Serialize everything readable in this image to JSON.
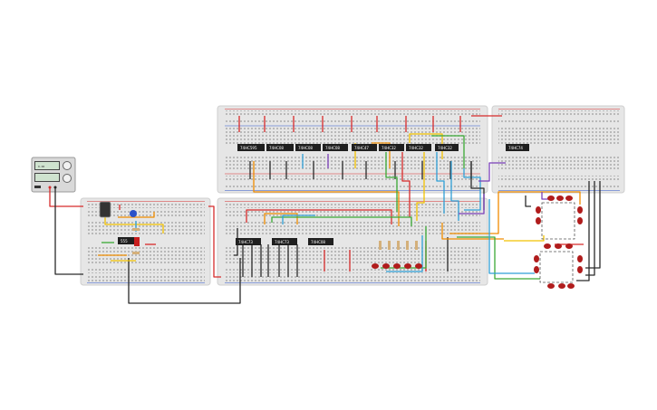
{
  "colors": {
    "board": "#e6e6e6",
    "board_edge": "#cfcfcf",
    "hole": "#8a8a8a",
    "rail_red": "#d62b2b",
    "rail_blue": "#2b52c9",
    "chip": "#1f1f1f",
    "led": "#b01c1c",
    "wire_black": "#2a2a2a",
    "wire_red": "#d62b2b",
    "wire_orange": "#f08c00",
    "wire_yellow": "#f2c200",
    "wire_green": "#3aa935",
    "wire_blue": "#2f9fd6",
    "wire_purple": "#7a3fb8",
    "wire_gray": "#777777"
  },
  "chips": [
    {
      "id": "chip-1",
      "label": "74HC595"
    },
    {
      "id": "chip-2",
      "label": "74HC08"
    },
    {
      "id": "chip-3",
      "label": "74HC08"
    },
    {
      "id": "chip-4",
      "label": "74HC08"
    },
    {
      "id": "chip-5",
      "label": "74HC47"
    },
    {
      "id": "chip-6",
      "label": "74HC32"
    },
    {
      "id": "chip-7",
      "label": "74HC32"
    },
    {
      "id": "chip-8",
      "label": "74HC32"
    },
    {
      "id": "chip-9",
      "label": "74HC74"
    },
    {
      "id": "chip-10",
      "label": "74HC73"
    },
    {
      "id": "chip-11",
      "label": "74HC73"
    },
    {
      "id": "chip-12",
      "label": "555"
    }
  ],
  "power_supply": {
    "label": "0.00"
  }
}
